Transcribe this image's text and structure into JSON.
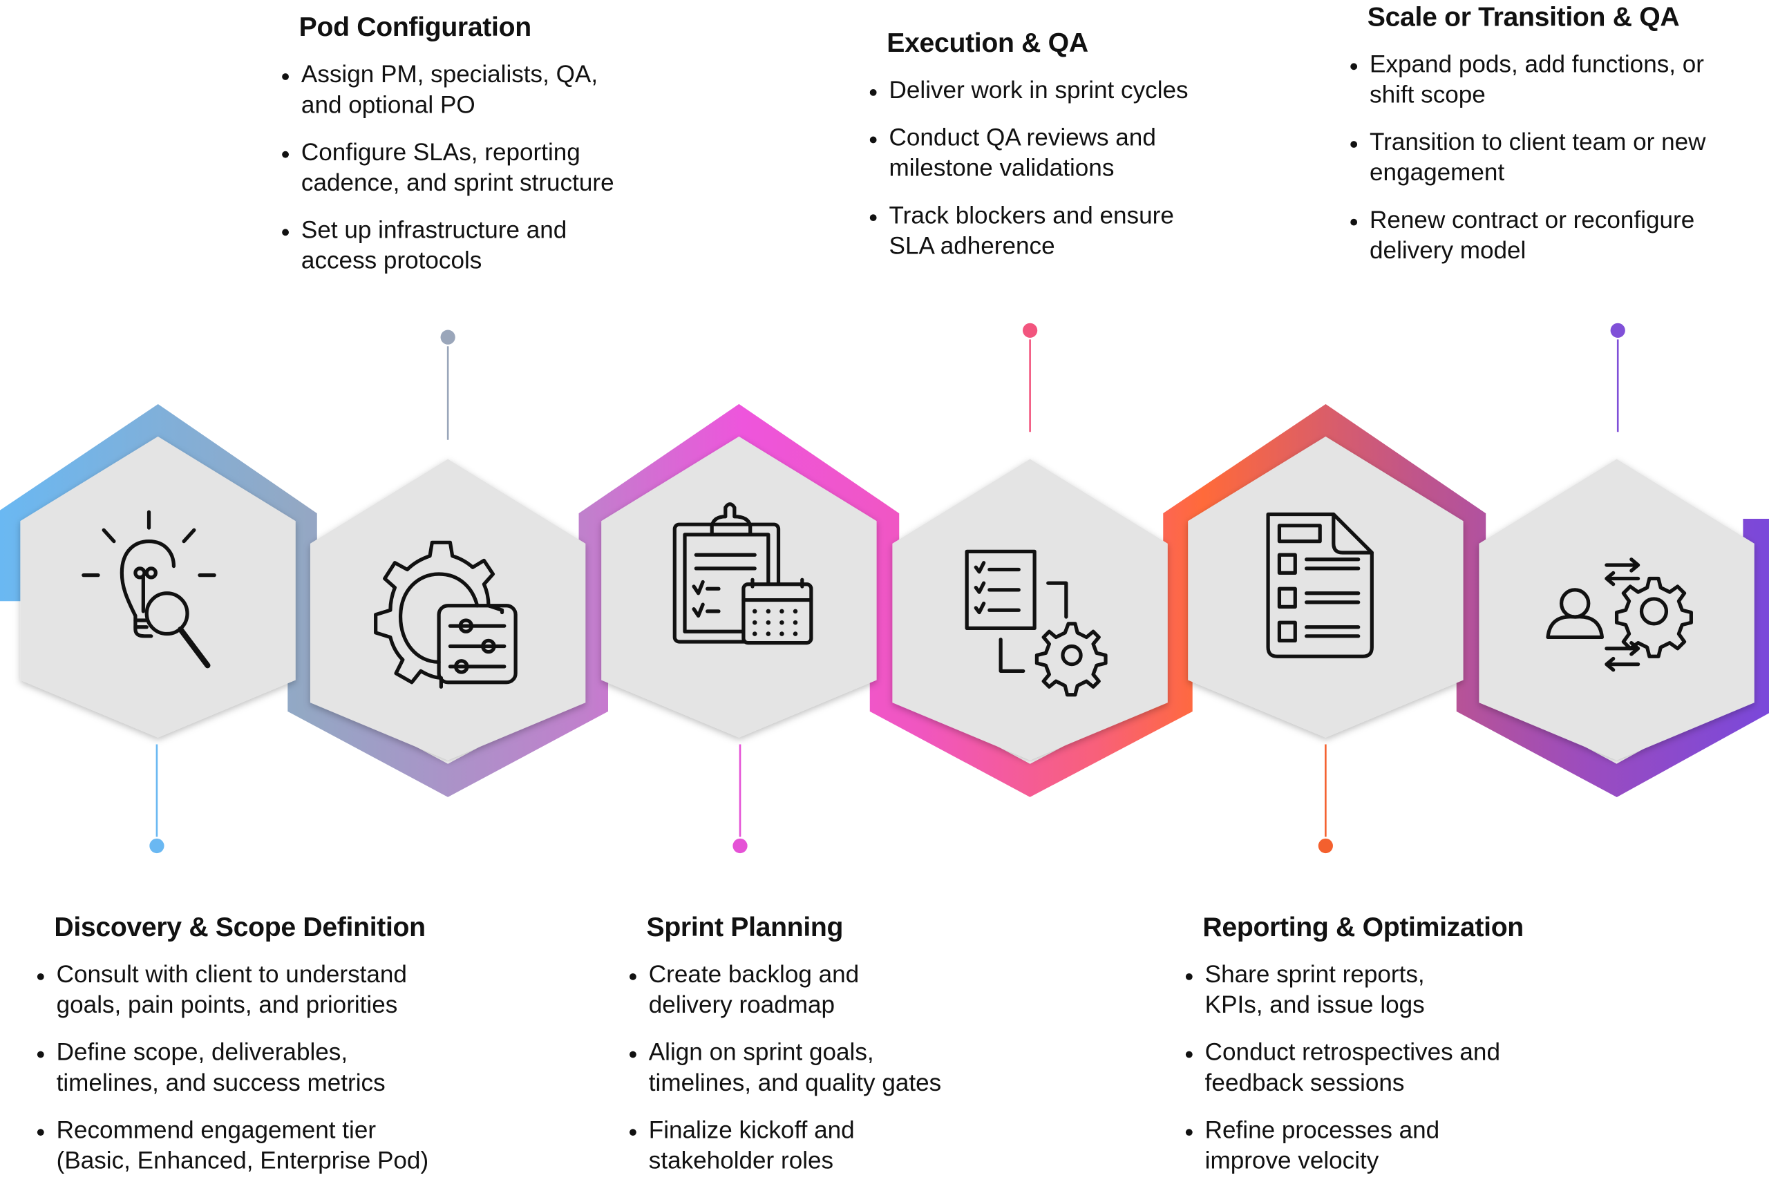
{
  "colors": {
    "gradient": [
      "#6ab8f2",
      "#93a8c4",
      "#c080cc",
      "#ee55dc",
      "#f056c0",
      "#f8607a",
      "#ff6a3a",
      "#c0558a",
      "#9a4cc0",
      "#7a48da"
    ],
    "hex_fill": "#e4e4e4"
  },
  "stages": [
    {
      "id": "discovery",
      "icon": "lightbulb-search-icon",
      "title": "Discovery & Scope Definition",
      "connector_color": "#6ab8f2",
      "bullets": [
        {
          "lines": [
            "Consult with client to understand",
            "goals, pain points, and priorities"
          ]
        },
        {
          "lines": [
            "Define scope, deliverables,",
            "timelines, and success metrics"
          ]
        },
        {
          "lines": [
            "Recommend engagement tier",
            "(Basic, Enhanced, Enterprise Pod)"
          ]
        }
      ]
    },
    {
      "id": "pod-configuration",
      "icon": "gear-settings-icon",
      "title": "Pod Configuration",
      "connector_color": "#9aa6ba",
      "bullets": [
        {
          "lines": [
            "Assign PM, specialists, QA,",
            "and optional PO"
          ]
        },
        {
          "lines": [
            "Configure SLAs, reporting",
            "cadence, and sprint structure"
          ]
        },
        {
          "lines": [
            "Set up infrastructure and",
            "access protocols"
          ]
        }
      ]
    },
    {
      "id": "sprint-planning",
      "icon": "clipboard-calendar-icon",
      "title": "Sprint Planning",
      "connector_color": "#e552d6",
      "bullets": [
        {
          "lines": [
            "Create backlog and",
            "delivery roadmap"
          ]
        },
        {
          "lines": [
            "Align on sprint goals,",
            "timelines, and quality gates"
          ]
        },
        {
          "lines": [
            "Finalize kickoff and",
            "stakeholder roles"
          ]
        }
      ]
    },
    {
      "id": "execution-qa",
      "icon": "checklist-gear-icon",
      "title": "Execution & QA",
      "connector_color": "#f2557e",
      "bullets": [
        {
          "lines": [
            "Deliver work in sprint cycles"
          ]
        },
        {
          "lines": [
            "Conduct QA reviews and",
            "milestone validations"
          ]
        },
        {
          "lines": [
            "Track blockers and ensure",
            "SLA adherence"
          ]
        }
      ]
    },
    {
      "id": "reporting-optimization",
      "icon": "report-document-icon",
      "title": "Reporting & Optimization",
      "connector_color": "#f4602e",
      "bullets": [
        {
          "lines": [
            "Share sprint reports,",
            "KPIs, and issue logs"
          ]
        },
        {
          "lines": [
            "Conduct retrospectives and",
            "feedback sessions"
          ]
        },
        {
          "lines": [
            "Refine processes and",
            "improve velocity"
          ]
        }
      ]
    },
    {
      "id": "scale-transition",
      "icon": "user-gear-exchange-icon",
      "title": "Scale or Transition & QA",
      "connector_color": "#8050d8",
      "bullets": [
        {
          "lines": [
            "Expand pods, add functions, or",
            "shift scope"
          ]
        },
        {
          "lines": [
            "Transition to client team or new",
            "engagement"
          ]
        },
        {
          "lines": [
            "Renew contract or reconfigure",
            "delivery model"
          ]
        }
      ]
    }
  ]
}
